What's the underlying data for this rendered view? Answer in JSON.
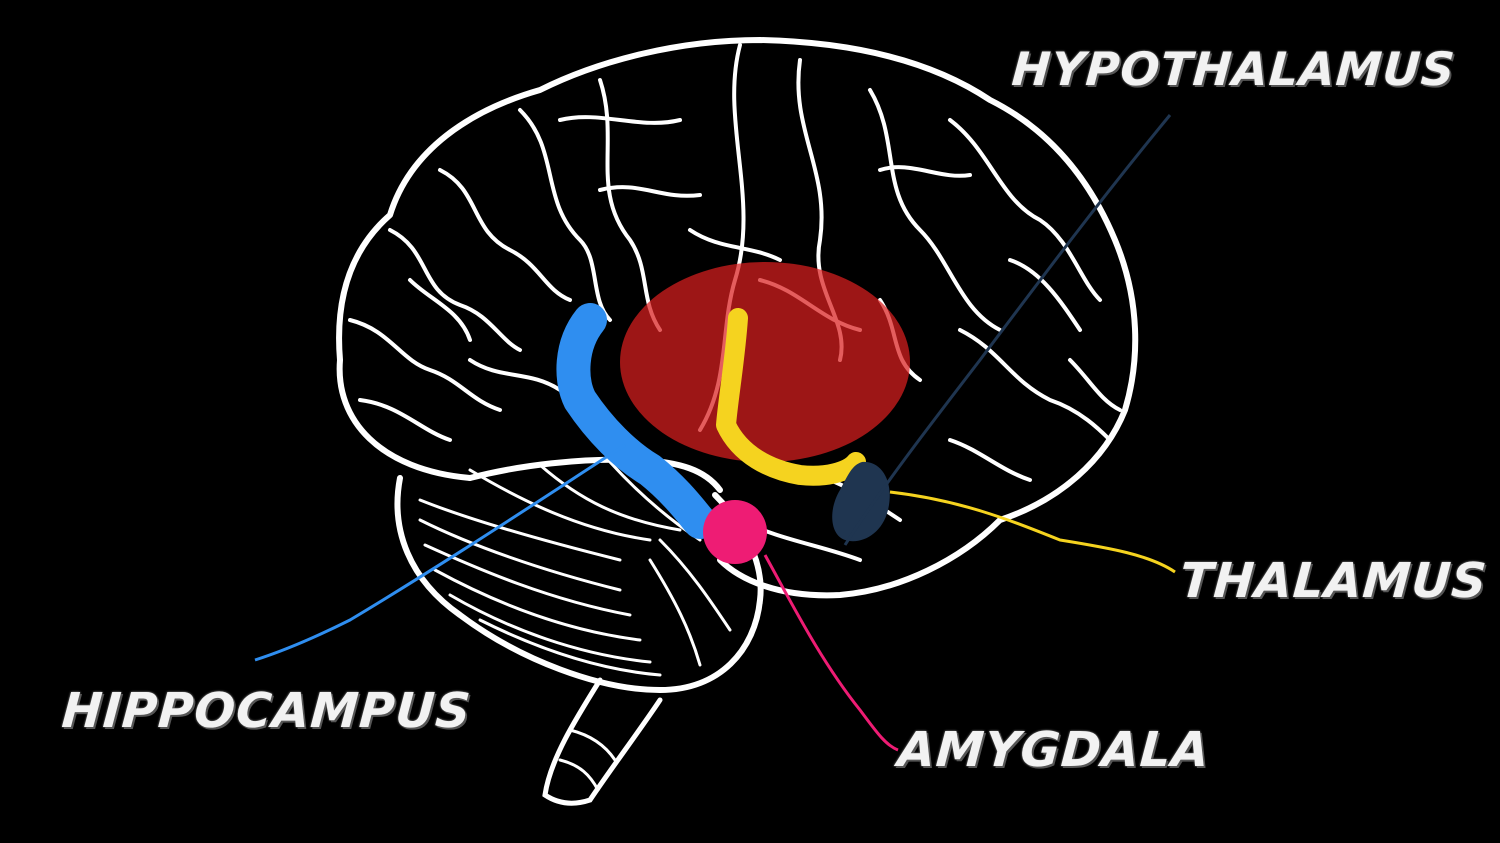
{
  "labels": {
    "hypothalamus": "HYPOTHALAMUS",
    "thalamus": "THALAMUS",
    "amygdala": "AMYGDALA",
    "hippocampus": "HIPPOCAMPUS"
  },
  "colors": {
    "background": "#000000",
    "outline": "#ffffff",
    "hippocampus": "#2f8ef0",
    "thalamus": "#f5d31f",
    "amygdala": "#ee1c74",
    "hypothalamus": "#1f3550",
    "limbic_region": "#d91e1e"
  }
}
